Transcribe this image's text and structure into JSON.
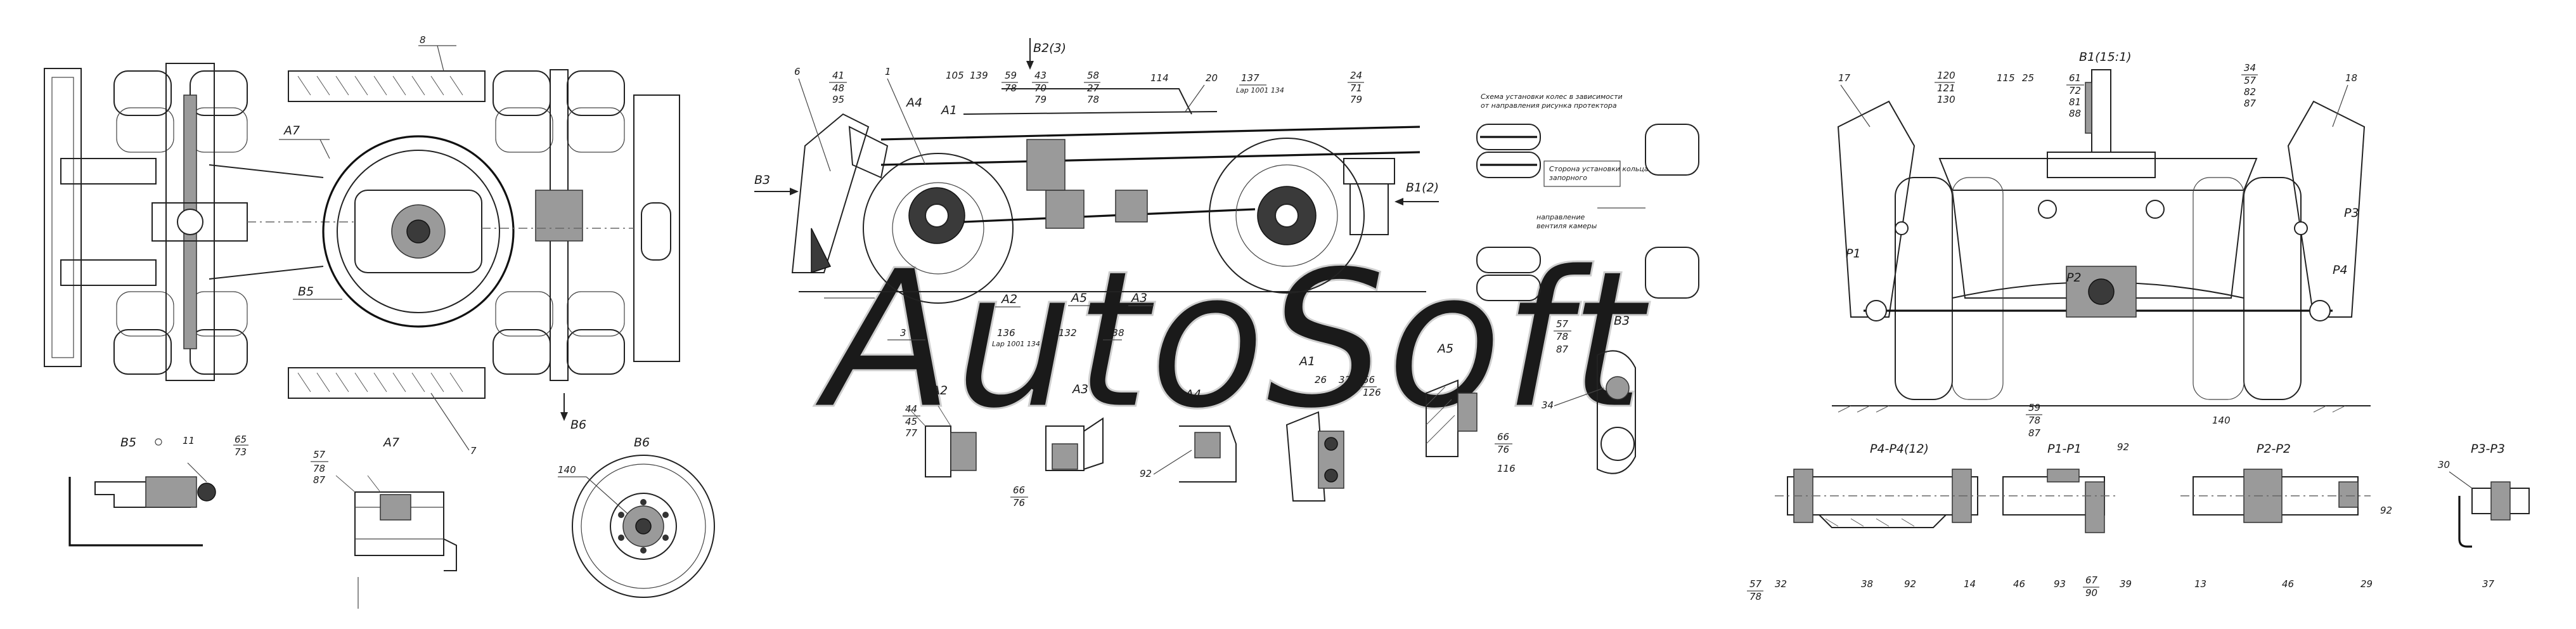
{
  "watermark": "AutoSoft",
  "views": {
    "B5": "В5",
    "A7": "А7",
    "B6": "В6",
    "A2": "А2",
    "A3": "А3",
    "A4": "А4",
    "A1": "А1",
    "A5": "А5",
    "B3": "В3",
    "B1": "В1(15:1)",
    "P4": "Р4-Р4(12)",
    "P1": "Р1-Р1",
    "P2": "Р2-Р2",
    "P3": "Р3-Р3"
  },
  "markers": {
    "A7": "А7",
    "B5": "В5",
    "B6": "В6",
    "B3": "В3",
    "B1_2": "В1(2)",
    "B2_3": "В2(3)",
    "A1": "А1",
    "A2": "А2",
    "A3": "А3",
    "A4": "А4",
    "A5": "А5",
    "P1": "Р1",
    "P2": "Р2",
    "P3": "Р3",
    "P4": "Р4"
  },
  "notes": {
    "wheel_scheme_1": "Схема установки колес в зависимости",
    "wheel_scheme_2": "от направления рисунка протектора",
    "ring_side_1": "Сторона установки кольца",
    "ring_side_2": "запорного",
    "valve_dir_1": "направление",
    "valve_dir_2": "вентиля камеры",
    "skip_136": "Lap 1001 134",
    "skip_137": "Lap 1001 134"
  },
  "callouts": {
    "c8": "8",
    "c7": "7",
    "c11": "11",
    "c65": "65",
    "c73": "73",
    "c57a": "57",
    "c78a": "78",
    "c87a": "87",
    "c140a": "140",
    "c6": "6",
    "c41": "41",
    "c48": "48",
    "c95": "95",
    "c1": "1",
    "c105": "105",
    "c139": "139",
    "c59": "59",
    "c78b": "78",
    "c43": "43",
    "c70": "70",
    "c79a": "79",
    "c58": "58",
    "c27": "27",
    "c78c": "78",
    "c114": "114",
    "c20": "20",
    "c137": "137",
    "c24": "24",
    "c71": "71",
    "c79b": "79",
    "c3": "3",
    "c136": "136",
    "c132": "132",
    "c138": "138",
    "c44": "44",
    "c45": "45",
    "c77": "77",
    "c66a": "66",
    "c76a": "76",
    "c92a": "92",
    "c26": "26",
    "c32a": "32",
    "c56": "56",
    "c126": "126",
    "c66b": "66",
    "c76b": "76",
    "c116": "116",
    "c57b": "57",
    "c78d": "78",
    "c87b": "87",
    "c34a": "34",
    "c17": "17",
    "c120": "120",
    "c121": "121",
    "c130": "130",
    "c115": "115",
    "c25": "25",
    "c61": "61",
    "c72": "72",
    "c81": "81",
    "c88": "88",
    "c34b": "34",
    "c57c": "57",
    "c82": "82",
    "c87c": "87",
    "c18": "18",
    "c59b": "59",
    "c78e": "78",
    "c87d": "87",
    "c140b": "140",
    "c57d": "57",
    "c78f": "78",
    "c32b": "32",
    "c38": "38",
    "c92b": "92",
    "c14": "14",
    "c46a": "46",
    "c93": "93",
    "c67": "67",
    "c90": "90",
    "c39": "39",
    "c92c": "92",
    "c13": "13",
    "c46b": "46",
    "c29": "29",
    "c92d": "92",
    "c30": "30",
    "c37": "37"
  }
}
